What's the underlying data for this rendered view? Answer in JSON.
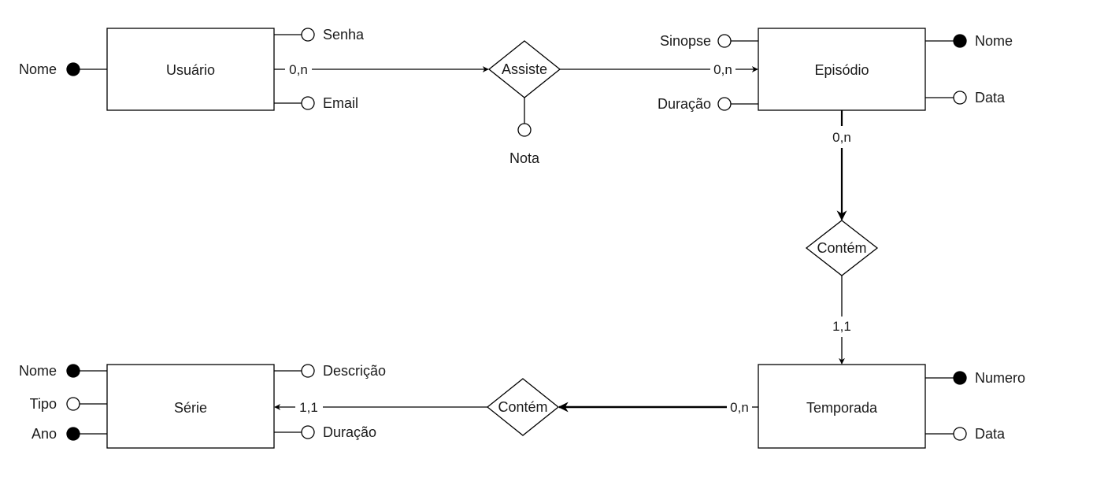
{
  "colors": {
    "stroke": "#000000",
    "text": "#1a1a1a",
    "background": "#ffffff"
  },
  "entities": {
    "usuario": "Usuário",
    "episodio": "Episódio",
    "temporada": "Temporada",
    "serie": "Série"
  },
  "relationships": {
    "assiste": "Assiste",
    "contem_ep_temp": "Contém",
    "contem_temp_serie": "Contém"
  },
  "attributes": {
    "usuario": {
      "nome": "Nome",
      "senha": "Senha",
      "email": "Email"
    },
    "assiste": {
      "nota": "Nota"
    },
    "episodio": {
      "sinopse": "Sinopse",
      "duracao": "Duração",
      "nome": "Nome",
      "data": "Data"
    },
    "temporada": {
      "numero": "Numero",
      "data": "Data"
    },
    "serie": {
      "nome": "Nome",
      "tipo": "Tipo",
      "ano": "Ano",
      "descricao": "Descrição",
      "duracao": "Duração"
    }
  },
  "key_attributes": [
    "usuario.nome",
    "episodio.nome",
    "temporada.numero",
    "serie.nome",
    "serie.ano"
  ],
  "cardinalities": {
    "usuario_assiste": "0,n",
    "assiste_episodio": "0,n",
    "episodio_contem": "0,n",
    "contem_temporada": "1,1",
    "temporada_contem": "0,n",
    "contem_serie": "1,1"
  }
}
